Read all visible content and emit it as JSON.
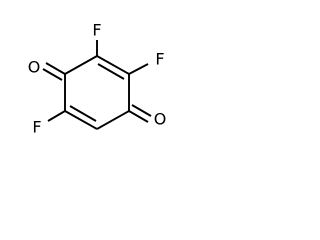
{
  "molecule": {
    "atoms": {
      "f_top": "F",
      "f_right": "F",
      "o_left": "O",
      "o_right": "O",
      "f_left": "F"
    }
  }
}
